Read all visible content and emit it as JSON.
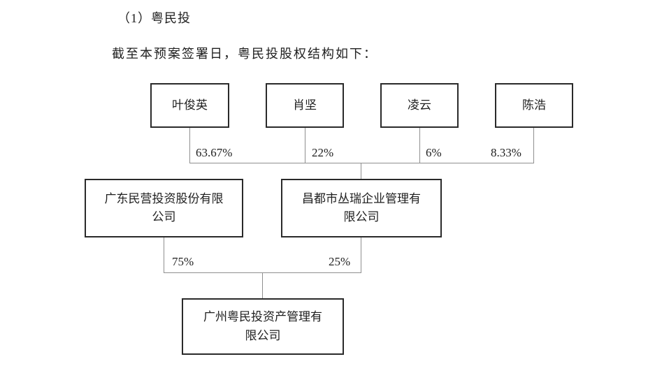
{
  "colors": {
    "background": "#ffffff",
    "text": "#1f1f1f",
    "box_border": "#2a2a2a",
    "connector_line": "#8f8f8f"
  },
  "document": {
    "section_title": "（1）粤民投",
    "intro_text": "截至本预案签署日，粤民投股权结构如下："
  },
  "diagram": {
    "type": "equity-structure-tree",
    "top_owners": {
      "owned_company": "昌都市丛瑞企业管理有限公司",
      "shareholders": [
        {
          "name": "叶俊英",
          "percent": "63.67%"
        },
        {
          "name": "肖坚",
          "percent": "22%"
        },
        {
          "name": "凌云",
          "percent": "6%"
        },
        {
          "name": "陈浩",
          "percent": "8.33%"
        }
      ]
    },
    "mid_owners": {
      "owned_company": "广州粤民投资产管理有限公司",
      "shareholders": [
        {
          "name": "广东民营投资股份有限公司",
          "percent": "75%"
        },
        {
          "name": "昌都市丛瑞企业管理有限公司",
          "percent": "25%"
        }
      ]
    },
    "bottom_company": "广州粤民投资产管理有限公司"
  }
}
